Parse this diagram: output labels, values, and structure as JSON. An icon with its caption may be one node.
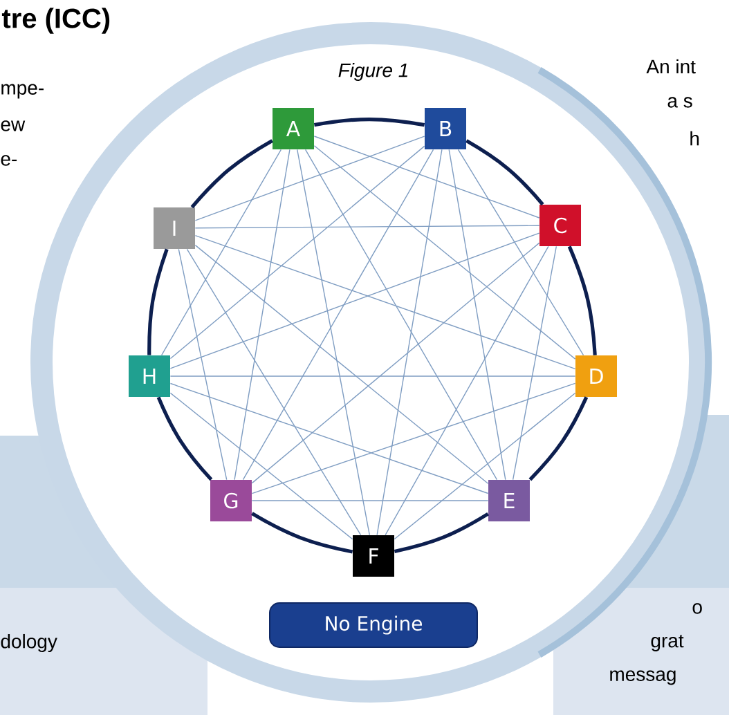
{
  "diagram": {
    "title": "tre (ICC)",
    "nodes": [
      {
        "text": [
          "A"
        ]
      },
      {
        "text": [
          "B"
        ]
      },
      {
        "text": [
          "C"
        ]
      },
      {
        "text": [
          "D"
        ]
      },
      {
        "text": [
          "E"
        ]
      },
      {
        "text": [
          "F"
        ]
      },
      {
        "text": [
          "G"
        ]
      },
      {
        "text": [
          "H"
        ]
      },
      {
        "text": [
          "I"
        ]
      },
      {
        "text": [
          "No Engine"
        ]
      }
    ],
    "edges": [
      {
        "from": 0,
        "to": 1,
        "arrow": "none",
        "style": "thick",
        "color": "#0d1f4f"
      },
      {
        "from": 1,
        "to": 2,
        "arrow": "none",
        "style": "thick",
        "color": "#0d1f4f"
      },
      {
        "from": 2,
        "to": 3,
        "arrow": "none",
        "style": "thick",
        "color": "#0d1f4f"
      },
      {
        "from": 3,
        "to": 4,
        "arrow": "none",
        "style": "thick",
        "color": "#0d1f4f"
      },
      {
        "from": 4,
        "to": 5,
        "arrow": "none",
        "style": "thick",
        "color": "#0d1f4f"
      },
      {
        "from": 5,
        "to": 6,
        "arrow": "none",
        "style": "thick",
        "color": "#0d1f4f"
      },
      {
        "from": 6,
        "to": 7,
        "arrow": "none",
        "style": "thick",
        "color": "#0d1f4f"
      },
      {
        "from": 7,
        "to": 8,
        "arrow": "none",
        "style": "thick",
        "color": "#0d1f4f"
      },
      {
        "from": 8,
        "to": 0,
        "arrow": "none",
        "style": "thick",
        "color": "#0d1f4f"
      },
      {
        "from": 0,
        "to": 2,
        "arrow": "none"
      },
      {
        "from": 0,
        "to": 3,
        "arrow": "none"
      },
      {
        "from": 0,
        "to": 4,
        "arrow": "none"
      },
      {
        "from": 0,
        "to": 5,
        "arrow": "none"
      },
      {
        "from": 0,
        "to": 6,
        "arrow": "none"
      },
      {
        "from": 0,
        "to": 7,
        "arrow": "none"
      },
      {
        "from": 1,
        "to": 3,
        "arrow": "none"
      },
      {
        "from": 1,
        "to": 4,
        "arrow": "none"
      },
      {
        "from": 1,
        "to": 5,
        "arrow": "none"
      },
      {
        "from": 1,
        "to": 6,
        "arrow": "none"
      },
      {
        "from": 1,
        "to": 7,
        "arrow": "none"
      },
      {
        "from": 1,
        "to": 8,
        "arrow": "none"
      },
      {
        "from": 2,
        "to": 4,
        "arrow": "none"
      },
      {
        "from": 2,
        "to": 5,
        "arrow": "none"
      },
      {
        "from": 2,
        "to": 6,
        "arrow": "none"
      },
      {
        "from": 2,
        "to": 7,
        "arrow": "none"
      },
      {
        "from": 2,
        "to": 8,
        "arrow": "none"
      },
      {
        "from": 3,
        "to": 5,
        "arrow": "none"
      },
      {
        "from": 3,
        "to": 6,
        "arrow": "none"
      },
      {
        "from": 3,
        "to": 7,
        "arrow": "none"
      },
      {
        "from": 3,
        "to": 8,
        "arrow": "none"
      },
      {
        "from": 4,
        "to": 6,
        "arrow": "none"
      },
      {
        "from": 4,
        "to": 7,
        "arrow": "none"
      },
      {
        "from": 4,
        "to": 8,
        "arrow": "none"
      },
      {
        "from": 5,
        "to": 7,
        "arrow": "none"
      },
      {
        "from": 5,
        "to": 8,
        "arrow": "none"
      },
      {
        "from": 6,
        "to": 8,
        "arrow": "none"
      }
    ],
    "labels": [
      "mpe-",
      "ew",
      "e-",
      "Figure 1",
      "An int",
      "a s",
      "h",
      "dology",
      "o",
      "grat",
      "messag"
    ]
  }
}
